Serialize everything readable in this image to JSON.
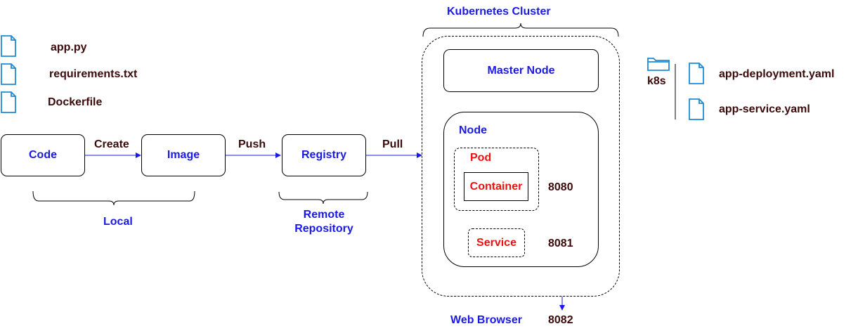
{
  "files": {
    "app": "app.py",
    "requirements": "requirements.txt",
    "dockerfile": "Dockerfile"
  },
  "pipeline": {
    "code": "Code",
    "image": "Image",
    "registry": "Registry",
    "create": "Create",
    "push": "Push",
    "pull": "Pull",
    "local": "Local",
    "remote_repository": "Remote\nRepository"
  },
  "cluster": {
    "title": "Kubernetes Cluster",
    "master_node": "Master Node",
    "node": "Node",
    "pod": "Pod",
    "container": "Container",
    "service": "Service",
    "port_8080": "8080",
    "port_8081": "8081",
    "port_8082": "8082",
    "web_browser": "Web Browser"
  },
  "k8s": {
    "folder": "k8s",
    "deployment": "app-deployment.yaml",
    "service_file": "app-service.yaml"
  },
  "colors": {
    "blue_text": "#1a1ae6",
    "red_text": "#f01010",
    "dark_text": "#3b0a0a",
    "icon": "#1e8ad6",
    "arrow": "#1a1ae6"
  },
  "icons": {
    "file": "file-icon",
    "folder": "folder-icon"
  }
}
